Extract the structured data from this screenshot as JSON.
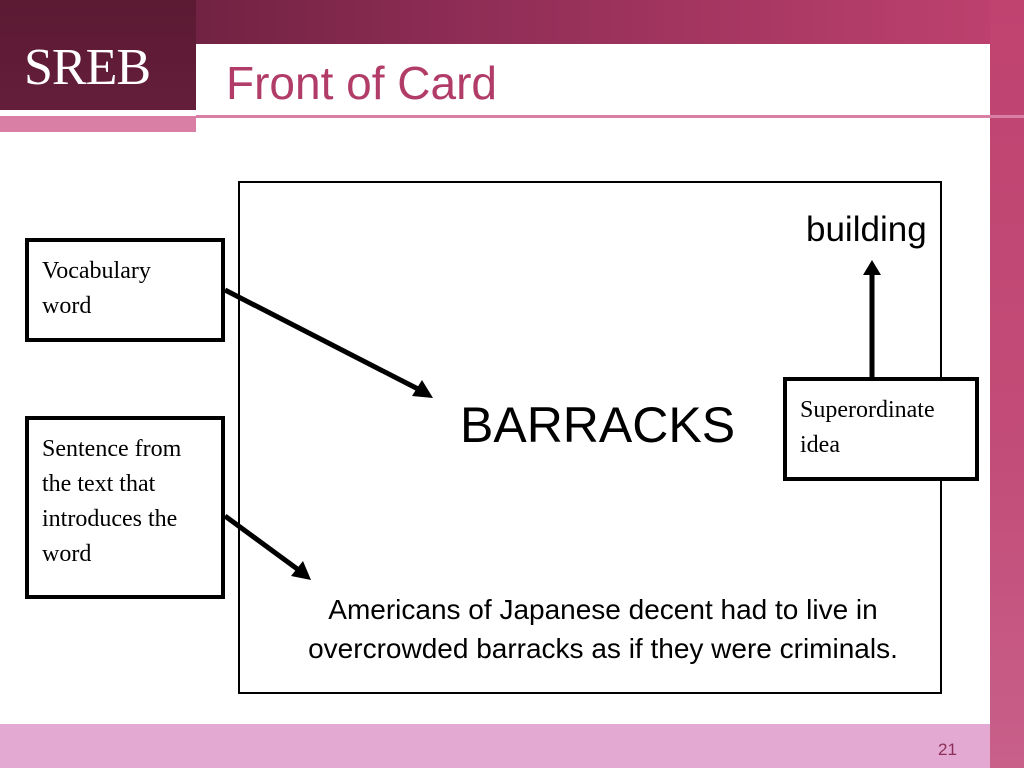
{
  "header": {
    "logo": "SREB",
    "title": "Front of Card"
  },
  "card": {
    "superordinate_word": "building",
    "vocabulary_word": "BARRACKS",
    "sentence_line1": "Americans of Japanese decent had to live in",
    "sentence_line2": "overcrowded barracks as if they were criminals."
  },
  "callouts": {
    "vocabulary_line1": "Vocabulary",
    "vocabulary_line2": "word",
    "sentence_line1": "Sentence from",
    "sentence_line2": "the text that",
    "sentence_line3": "introduces the",
    "sentence_line4": "word",
    "superordinate_line1": "Superordinate",
    "superordinate_line2": "idea"
  },
  "footer": {
    "page_number": "21"
  },
  "colors": {
    "brand_dark": "#5c1a33",
    "brand_accent": "#b23c68",
    "footer_band": "#e3a9d2"
  }
}
